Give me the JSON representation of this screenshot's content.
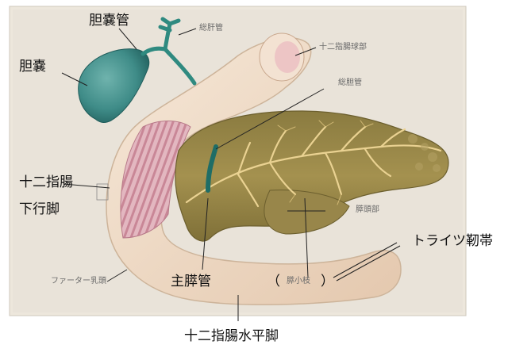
{
  "diagram": {
    "labels": {
      "gallbladder_duct": "胆嚢管",
      "gallbladder": "胆嚢",
      "common_hepatic_duct": "総肝管",
      "duodenal_bulb": "十二指腸球部",
      "common_bile_duct": "総胆管",
      "descending_duodenum_line1": "十二指腸",
      "descending_duodenum_line2": "下行脚",
      "pancreas_head": "膵頭部",
      "treitz_ligament": "トライツ靭帯",
      "papilla_vater": "ファーター乳頭",
      "main_pancreatic_duct": "主膵管",
      "duct_branch": "膵小枝",
      "paren_open": "（",
      "paren_close": "）",
      "horizontal_duodenum": "十二指腸水平脚"
    },
    "colors": {
      "gallbladder": "#3f8c88",
      "bile_duct": "#2f8a80",
      "duodenum": "#efd9c4",
      "duodenum_folds": "#d8a0ae",
      "pancreas": "#9c8a4a",
      "pancreas_ducts": "#e6cf8c",
      "background": "#e8e2d8"
    }
  }
}
